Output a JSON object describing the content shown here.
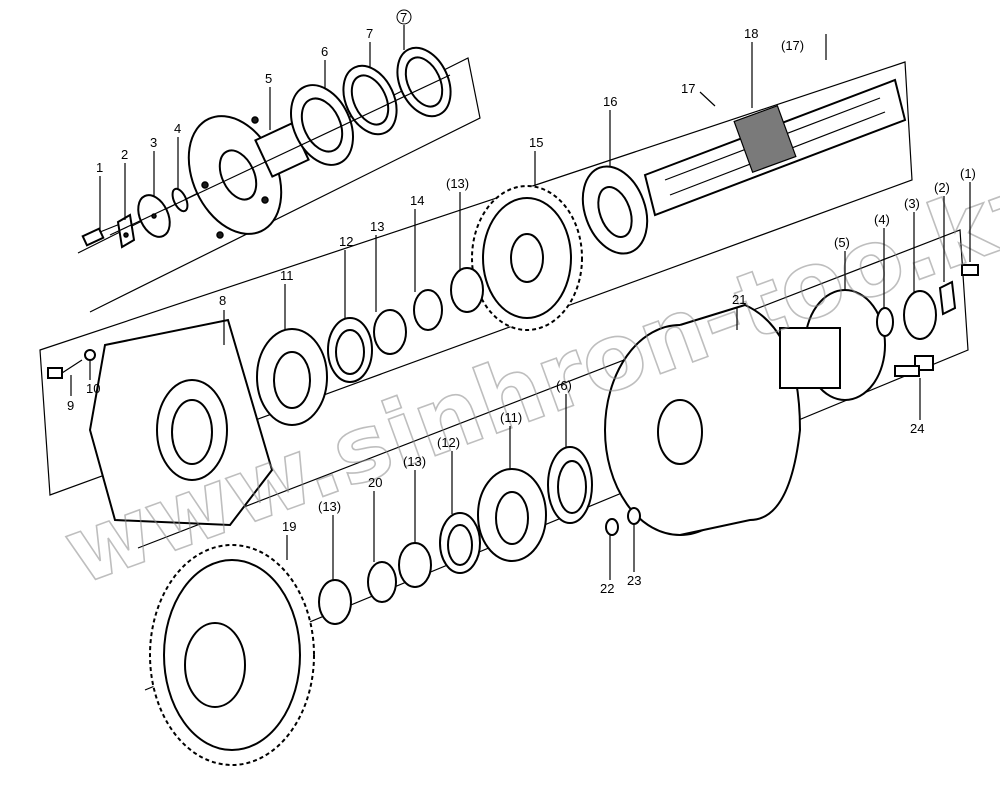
{
  "watermark": "www.sinhron-too.kz",
  "labels": {
    "l1": "1",
    "l2": "2",
    "l3": "3",
    "l4": "4",
    "l5": "5",
    "l6": "6",
    "l7": "7",
    "l7c": "7",
    "l8": "8",
    "l9": "9",
    "l10": "10",
    "l11": "11",
    "l12": "12",
    "l13": "13",
    "l13b": "(13)",
    "l14": "14",
    "l15": "15",
    "l16": "16",
    "l17": "17",
    "l17b": "(17)",
    "l18": "18",
    "l19": "19",
    "l20": "20",
    "l21": "21",
    "l22": "22",
    "l23": "23",
    "l24": "24",
    "r1": "(1)",
    "r2": "(2)",
    "r3": "(3)",
    "r4": "(4)",
    "r5": "(5)",
    "r6": "(6)",
    "r11": "(11)",
    "r12": "(12)",
    "r13a": "(13)",
    "r13b": "(13)"
  }
}
